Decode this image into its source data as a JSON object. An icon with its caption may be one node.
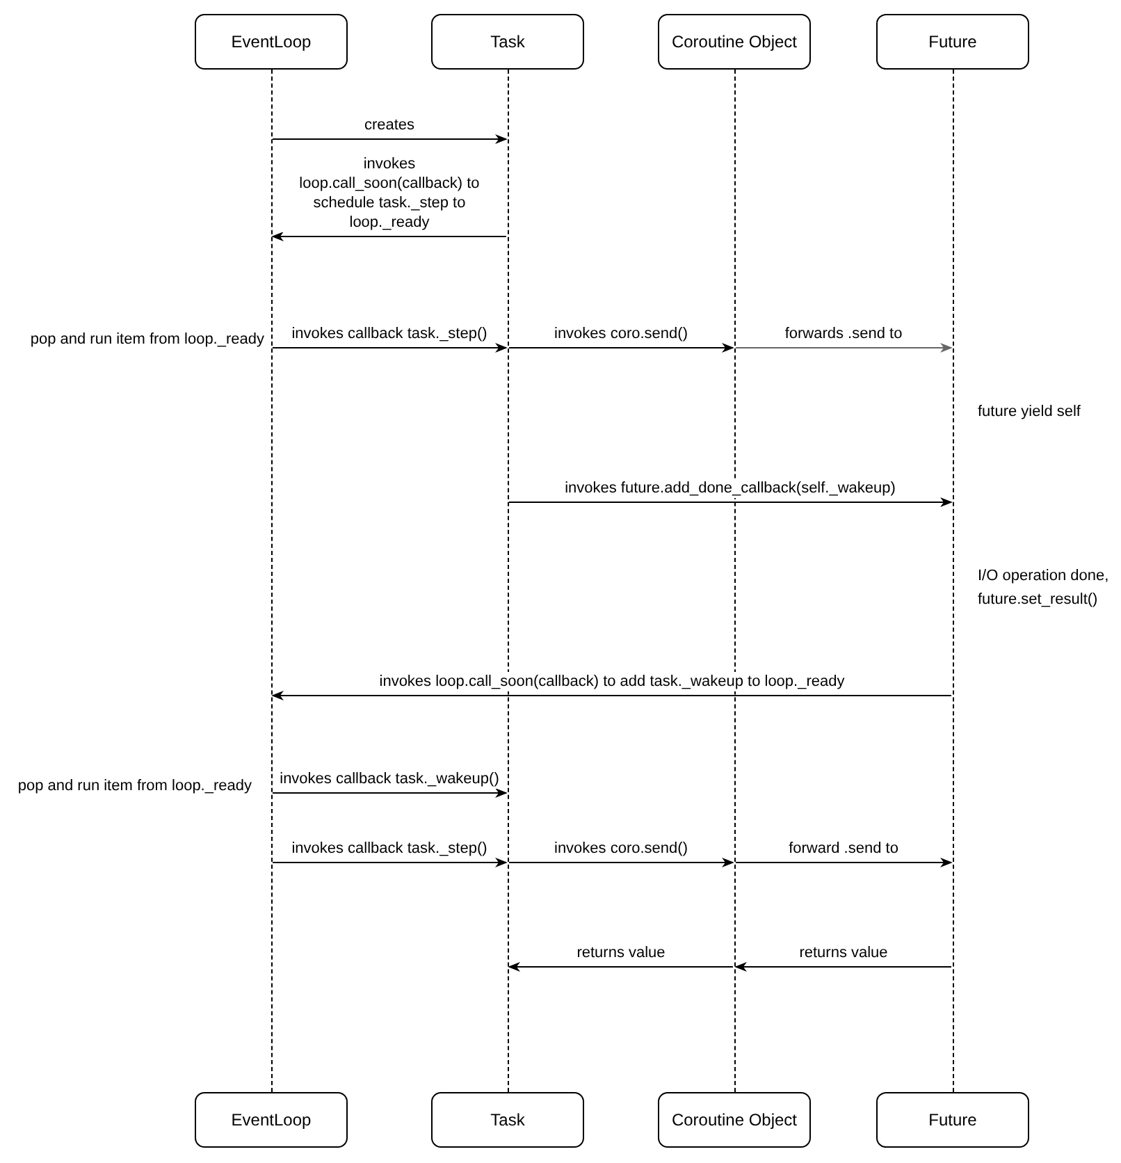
{
  "diagram": {
    "nodes": [
      {
        "text": [
          "EventLoop"
        ]
      },
      {
        "text": [
          "Task"
        ]
      },
      {
        "text": [
          "Coroutine Object"
        ]
      },
      {
        "text": [
          "Future"
        ]
      },
      {
        "text": [],
        "shape": "bar"
      },
      {
        "text": [],
        "shape": "bar"
      },
      {
        "text": [],
        "shape": "bar"
      },
      {
        "text": [],
        "shape": "bar"
      },
      {
        "text": [
          "EventLoop"
        ]
      },
      {
        "text": [
          "Task"
        ]
      },
      {
        "text": [
          "Coroutine Object"
        ]
      },
      {
        "text": [
          "Future"
        ]
      }
    ],
    "edges": [
      {
        "from": 4,
        "to": 5,
        "arrow": "to",
        "label": "creates"
      },
      {
        "from": 5,
        "to": 4,
        "arrow": "to",
        "label": "invokes loop.call_soon(callback) to schedule task._step to loop._ready"
      },
      {
        "from": 4,
        "to": 5,
        "arrow": "to",
        "label": "invokes callback task._step()"
      },
      {
        "from": 5,
        "to": 6,
        "arrow": "to",
        "label": "invokes coro.send()"
      },
      {
        "from": 6,
        "to": 7,
        "arrow": "to",
        "label": "forwards .send to",
        "color": "#666666"
      },
      {
        "from": 5,
        "to": 7,
        "arrow": "to",
        "label": "invokes future.add_done_callback(self._wakeup)"
      },
      {
        "from": 7,
        "to": 4,
        "arrow": "to",
        "label": "invokes loop.call_soon(callback) to add task._wakeup to loop._ready"
      },
      {
        "from": 4,
        "to": 5,
        "arrow": "to",
        "label": "invokes callback task._wakeup()"
      },
      {
        "from": 4,
        "to": 5,
        "arrow": "to",
        "label": "invokes callback task._step()"
      },
      {
        "from": 5,
        "to": 6,
        "arrow": "to",
        "label": "invokes coro.send()"
      },
      {
        "from": 6,
        "to": 7,
        "arrow": "to",
        "label": "forward .send to"
      },
      {
        "from": 6,
        "to": 5,
        "arrow": "to",
        "label": "returns value"
      },
      {
        "from": 7,
        "to": 6,
        "arrow": "to",
        "label": "returns value"
      }
    ],
    "labels": [
      "pop and run item from loop._ready",
      "future yield self",
      "I/O operation done, future.set_result()",
      "pop and run item from loop._ready"
    ]
  }
}
